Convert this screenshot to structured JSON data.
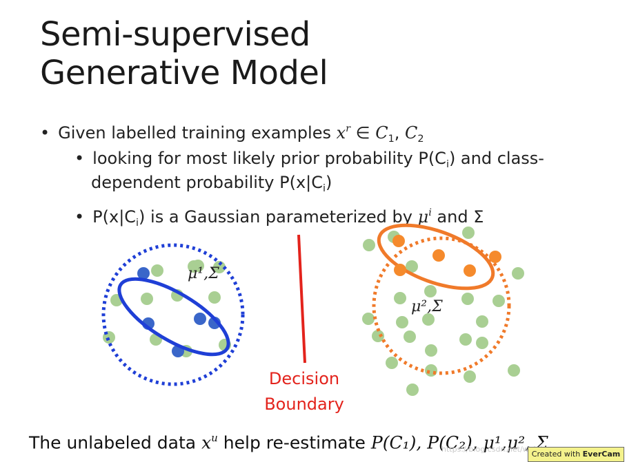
{
  "title": {
    "line1": "Semi-supervised",
    "line2": "Generative Model"
  },
  "bullets": {
    "b1_text": "Given labelled training examples ",
    "b1_math": "x",
    "b1_sup": "r",
    "b1_in": " ∈ ",
    "b1_c1": "C",
    "b1_c1_sub": "1",
    "b1_comma": ", ",
    "b1_c2": "C",
    "b1_c2_sub": "2",
    "b2_line1_pre": "looking for most likely prior probability P(C",
    "b2_line1_sub": "i",
    "b2_line1_post": ") and class-",
    "b2_line2_pre": "dependent probability P(x|C",
    "b2_line2_sub": "i",
    "b2_line2_post": ")",
    "b3_pre": "P(x|C",
    "b3_sub": "i",
    "b3_mid": ") is a Gaussian parameterized by ",
    "b3_mu": "μ",
    "b3_mu_sup": "i",
    "b3_and": " and Σ"
  },
  "diagram": {
    "left_label": "μ¹,Σ",
    "right_label": "μ²,Σ",
    "boundary_line1": "Decision",
    "boundary_line2": "Boundary",
    "colors": {
      "blue": "#1f3fd6",
      "blue_dot": "#3a66c9",
      "orange": "#f07a2a",
      "orange_dot": "#f58a2c",
      "green_dot": "#a9cf93",
      "red": "#e3231c"
    }
  },
  "caption": {
    "pre": "The unlabeled data ",
    "x": "x",
    "x_sup": "u",
    "mid": " help re-estimate ",
    "formula": "P(C₁), P(C₂), μ¹,μ², Σ"
  },
  "watermark": "https://blog.csdn.net/weixin_...",
  "evercam": {
    "pre": "Created with ",
    "brand": "EverCam"
  }
}
